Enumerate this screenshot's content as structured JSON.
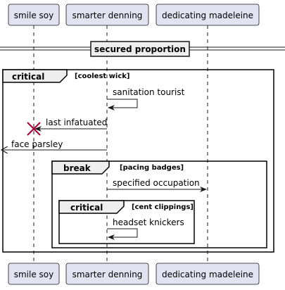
{
  "participants": [
    {
      "id": "smile",
      "label": "smile soy"
    },
    {
      "id": "smarter",
      "label": "smarter denning"
    },
    {
      "id": "dedicating",
      "label": "dedicating madeleine"
    }
  ],
  "divider": {
    "label": "secured proportion"
  },
  "fragments": [
    {
      "kind": "critical",
      "guard": "[coolest wick]"
    },
    {
      "kind": "break",
      "guard": "[pacing badges]"
    },
    {
      "kind": "critical",
      "guard": "[cent clippings]"
    }
  ],
  "messages": [
    {
      "label": "sanitation tourist",
      "from": "smarter denning",
      "to": "smarter denning",
      "style": "self"
    },
    {
      "label": "last infatuated",
      "from": "smarter denning",
      "to": "smile soy",
      "style": "destroy"
    },
    {
      "label": "face parsley",
      "from": "smarter denning",
      "to": "left boundary",
      "style": "lost"
    },
    {
      "label": "specified occupation",
      "from": "smarter denning",
      "to": "dedicating madeleine",
      "style": "normal"
    },
    {
      "label": "headset knickers",
      "from": "smarter denning",
      "to": "smarter denning",
      "style": "self"
    }
  ],
  "colors": {
    "participant_fill": "#E2E2F0",
    "participant_border": "#181818",
    "lifeline": "#181818",
    "line": "#181818",
    "destroy": "#A80036"
  }
}
